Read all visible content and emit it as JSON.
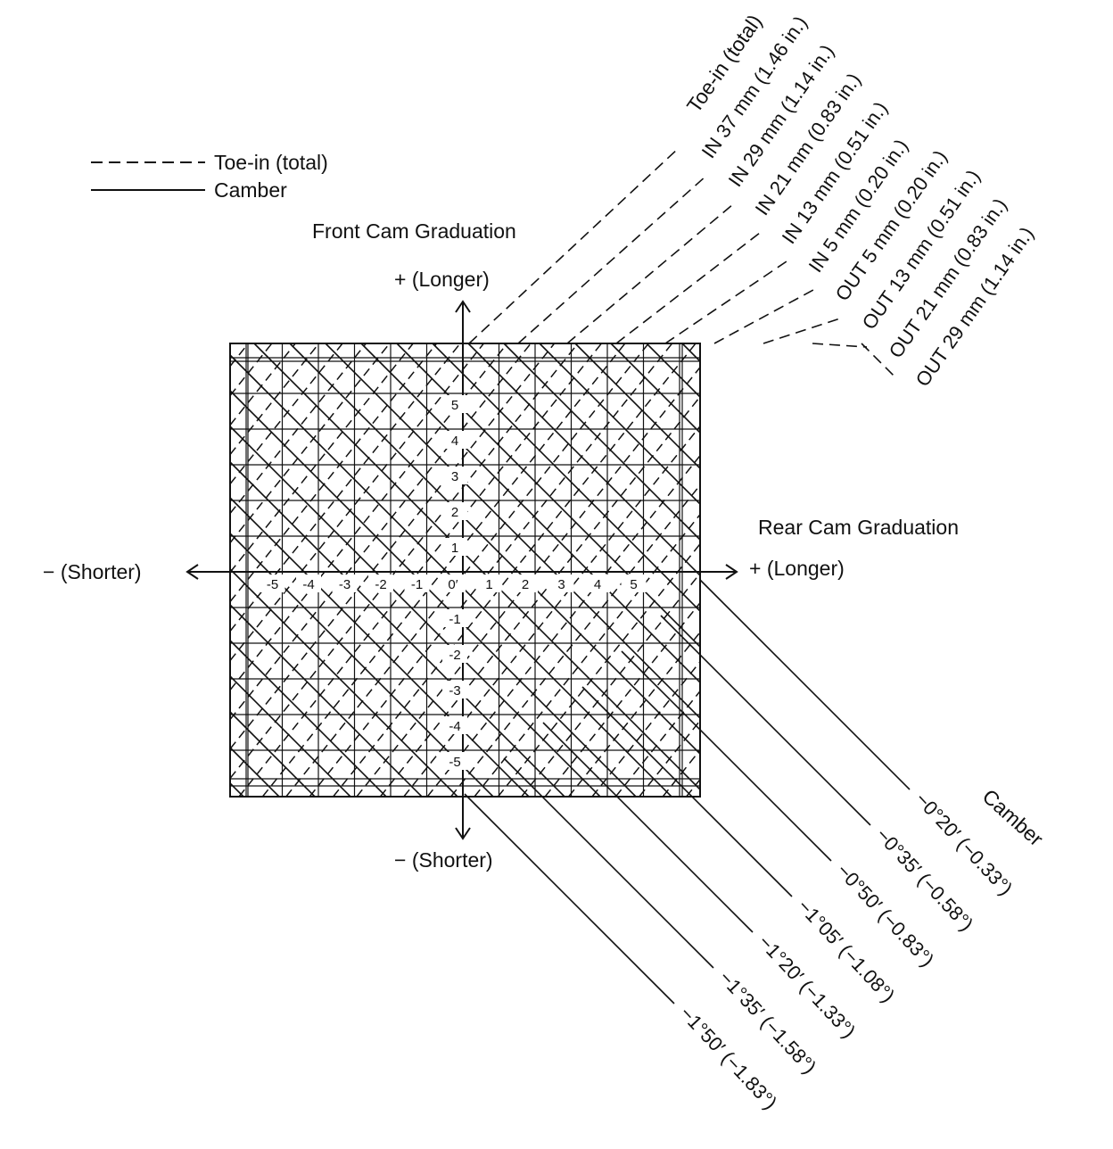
{
  "legend": {
    "toe_label": "Toe-in (total)",
    "camber_label": "Camber"
  },
  "front_axis": {
    "title": "Front Cam Graduation",
    "plus": "+ (Longer)",
    "minus": "− (Shorter)",
    "ticks": [
      "5",
      "4",
      "3",
      "2",
      "1",
      "-1",
      "-2",
      "-3",
      "-4",
      "-5"
    ]
  },
  "rear_axis": {
    "title": "Rear Cam Graduation",
    "plus": "+ (Longer)",
    "minus": "− (Shorter)",
    "ticks": [
      "-5",
      "-4",
      "-3",
      "-2",
      "-1",
      "0",
      "1",
      "2",
      "3",
      "4",
      "5"
    ]
  },
  "toe_lines": {
    "header": "Toe-in (total)",
    "labels": [
      "IN 37 mm (1.46 in.)",
      "IN 29 mm (1.14 in.)",
      "IN 21 mm (0.83 in.)",
      "IN 13 mm (0.51 in.)",
      "IN 5 mm (0.20 in.)",
      "OUT 5 mm (0.20 in.)",
      "OUT 13 mm (0.51 in.)",
      "OUT 21 mm (0.83 in.)",
      "OUT 29 mm (1.14 in.)"
    ]
  },
  "camber_lines": {
    "header": "Camber",
    "labels": [
      "−0°20′ (−0.33°)",
      "−0°35′ (−0.58°)",
      "−0°50′ (−0.83°)",
      "−1°05′ (−1.08°)",
      "−1°20′ (−1.33°)",
      "−1°35′ (−1.58°)",
      "−1°50′ (−1.83°)"
    ]
  },
  "colors": {
    "ink": "#111111",
    "paper": "#ffffff"
  }
}
